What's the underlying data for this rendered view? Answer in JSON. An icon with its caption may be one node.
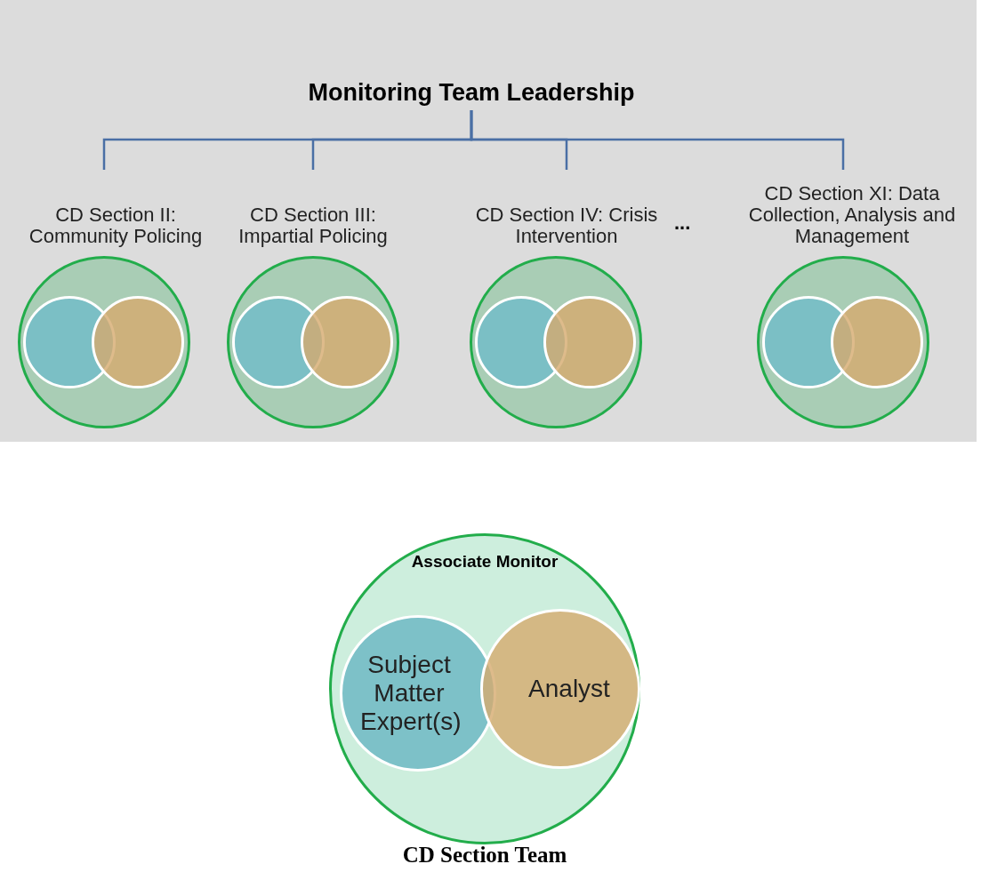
{
  "diagram": {
    "caption": "CD Section Team",
    "nodes": [
      {
        "text": [
          "Monitoring Team Leadership"
        ]
      },
      {
        "text": [
          "CD Section II: Community Policing"
        ]
      },
      {
        "text": [],
        "shape": "circle",
        "in": 1
      },
      {
        "text": [],
        "shape": "circle",
        "in": 1
      },
      {
        "text": [
          "CD Section III: Impartial Policing"
        ]
      },
      {
        "text": [],
        "shape": "circle",
        "in": 4
      },
      {
        "text": [],
        "shape": "circle",
        "in": 4
      },
      {
        "text": [
          "CD Section IV: Crisis Intervention"
        ]
      },
      {
        "text": [],
        "shape": "circle",
        "in": 7
      },
      {
        "text": [],
        "shape": "circle",
        "in": 7
      },
      {
        "text": [
          "CD Section XI: Data Collection, Analysis and Management"
        ]
      },
      {
        "text": [],
        "shape": "circle",
        "in": 10
      },
      {
        "text": [],
        "shape": "circle",
        "in": 10
      },
      {
        "text": [
          "Associate Monitor"
        ]
      },
      {
        "text": [
          "Subject Matter Expert(s)"
        ],
        "in": 13
      },
      {
        "text": [
          "Analyst"
        ],
        "in": 13
      }
    ],
    "edges": [
      {
        "from": 0,
        "to": 1,
        "arrow": "none"
      },
      {
        "from": 0,
        "to": 4,
        "arrow": "none"
      },
      {
        "from": 0,
        "to": 7,
        "arrow": "none"
      },
      {
        "from": 0,
        "to": 10,
        "arrow": "none"
      }
    ],
    "labels": [
      "..."
    ]
  }
}
